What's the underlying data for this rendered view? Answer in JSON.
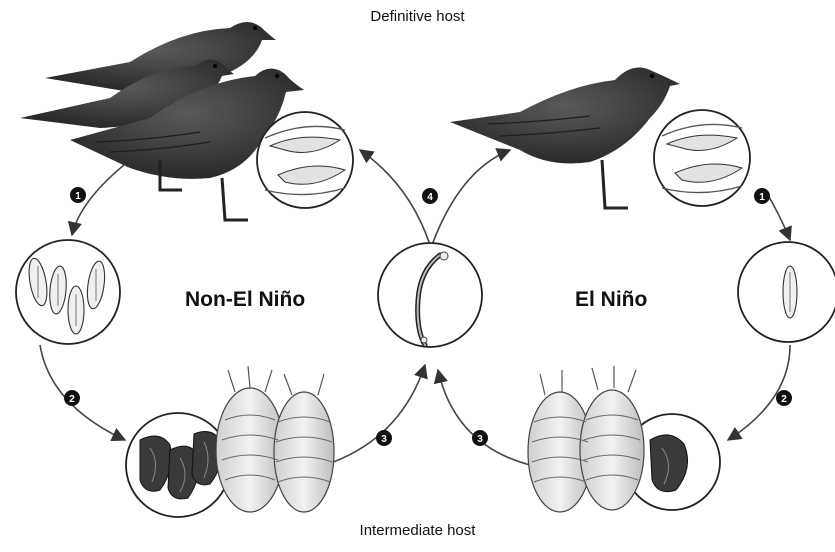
{
  "labels": {
    "definitive_host": "Definitive host",
    "intermediate_host": "Intermediate host",
    "non_el_nino": "Non-El Niño",
    "el_nino": "El Niño"
  },
  "steps": {
    "one_left": "1",
    "one_right": "1",
    "two_left": "2",
    "two_right": "2",
    "three_left": "3",
    "three_right": "3",
    "four": "4"
  },
  "icons": {
    "birds_left": "gull-flock-icon",
    "bird_right": "gull-icon",
    "eggs_many": "parasite-eggs-icon",
    "egg_single": "parasite-egg-icon",
    "larvae_many": "larvae-cluster-icon",
    "larva_single": "larva-icon",
    "adult_worm": "adult-worm-icon",
    "crustacean": "isopod-icon"
  },
  "colors": {
    "ink": "#111111",
    "bird_body": "#3a3a3a",
    "arrow": "#444444",
    "circle_stroke": "#222222"
  }
}
